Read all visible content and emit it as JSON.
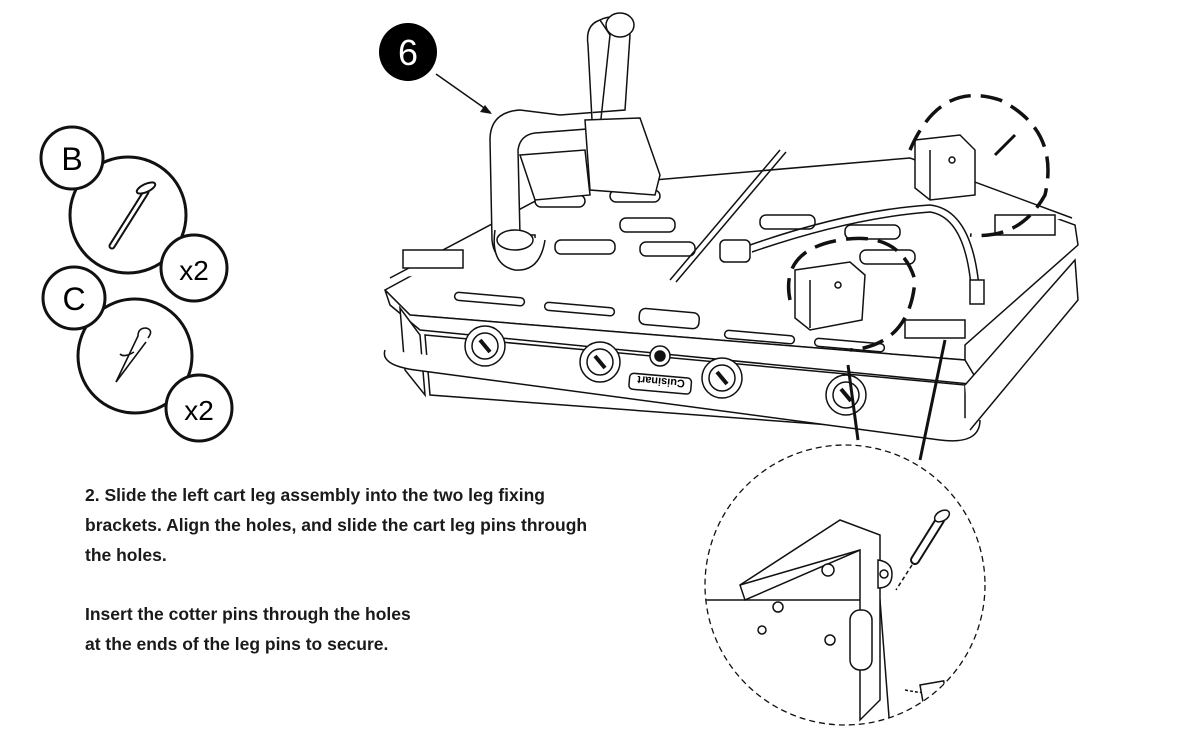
{
  "step_badge": "6",
  "parts": [
    {
      "letter": "B",
      "qty": "x2",
      "icon": "clevis-pin-icon"
    },
    {
      "letter": "C",
      "qty": "x2",
      "icon": "cotter-pin-icon"
    }
  ],
  "brand_mark": "Cuisinart",
  "instructions": {
    "step2": {
      "number": "2.",
      "lines": [
        "Slide the left cart leg assembly into the two leg fixing",
        "brackets. Align the holes, and slide the cart leg pins through",
        "the holes."
      ]
    },
    "step2b": {
      "lines": [
        "Insert the cotter pins through the holes",
        "at the ends of the leg pins to secure."
      ]
    }
  },
  "colors": {
    "ink": "#111111",
    "paper": "#ffffff",
    "badge": "#000000"
  }
}
